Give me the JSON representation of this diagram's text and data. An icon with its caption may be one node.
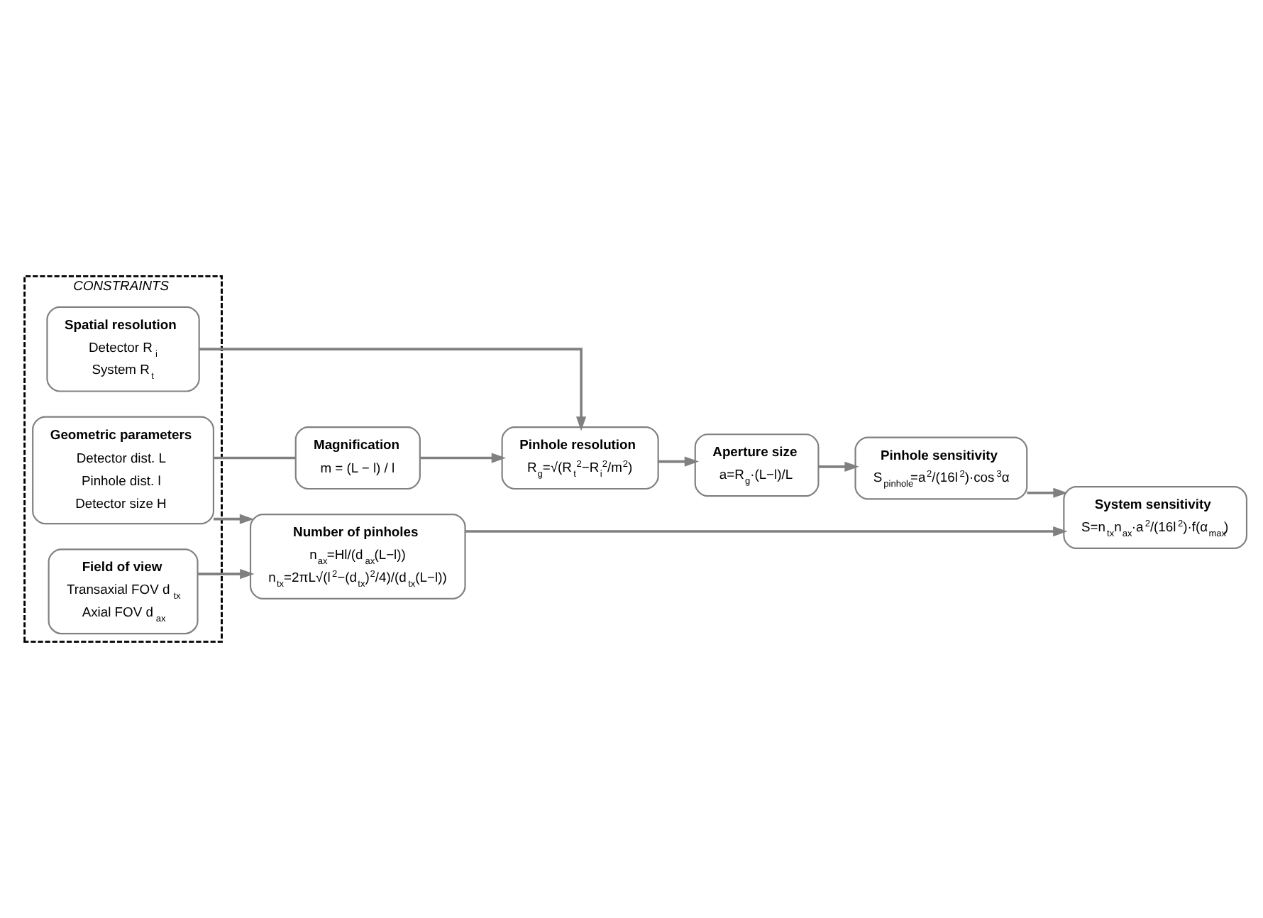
{
  "diagram": {
    "nodes": [
      {
        "text": [
          "CONSTRAINTS"
        ]
      },
      {
        "text": [
          "Spatial resolution",
          "Detector R$_{i}$",
          "System R$_{t}$"
        ],
        "in": 0
      },
      {
        "text": [
          "Geometric parameters",
          "Detector dist. L",
          "Pinhole dist. l",
          "Detector size H"
        ],
        "in": 0
      },
      {
        "text": [
          "Field of view",
          "Transaxial FOV d$_{tx}$",
          "Axial FOV d$_{ax}$"
        ],
        "in": 0
      },
      {
        "text": [
          "Magnification",
          "m = (L − l) / l"
        ]
      },
      {
        "text": [
          "Pinhole resolution",
          "R$_{g}$=√(R$_{t}$$^{2}$−R$_{i}$$^{2}$/m$^{2}$)"
        ]
      },
      {
        "text": [
          "Aperture size",
          "a=R$_{g}$·(L−l)/L"
        ]
      },
      {
        "text": [
          "Pinhole sensitivity",
          "S$_{pinhole}$=a$^{2}$/(16l$^{2}$)·cos$^{3}$α"
        ]
      },
      {
        "text": [
          "Number of pinholes",
          "n$_{ax}$=Hl/(d$_{ax}$(L−l))",
          "n$_{tx}$=2πL√(l$^{2}$−(d$_{tx}$)$^{2}$/4)/(d$_{tx}$(L−l))"
        ]
      },
      {
        "text": [
          "System sensitivity",
          "S=n$_{tx}$n$_{ax}$·a$^{2}$/(16l$^{2}$)·f(α$_{max}$)"
        ]
      }
    ],
    "edges": [
      {
        "from": 1,
        "to": 5,
        "arrow": "to"
      },
      {
        "from": 2,
        "to": 4,
        "arrow": "none"
      },
      {
        "from": 4,
        "to": 5,
        "arrow": "to"
      },
      {
        "from": 5,
        "to": 6,
        "arrow": "to"
      },
      {
        "from": 6,
        "to": 7,
        "arrow": "to"
      },
      {
        "from": 2,
        "to": 8,
        "arrow": "to"
      },
      {
        "from": 3,
        "to": 8,
        "arrow": "to"
      },
      {
        "from": 7,
        "to": 9,
        "arrow": "to"
      },
      {
        "from": 8,
        "to": 9,
        "arrow": "to"
      }
    ]
  }
}
